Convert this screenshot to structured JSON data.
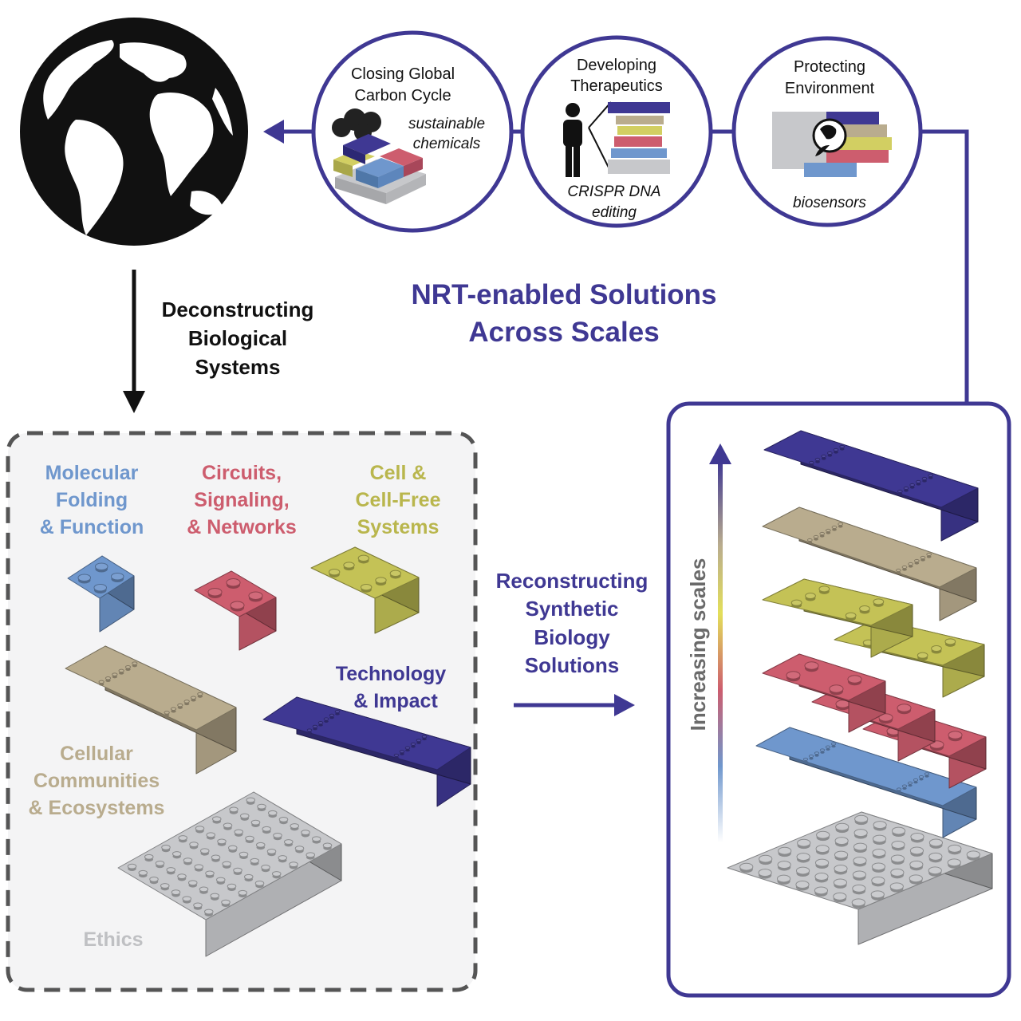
{
  "colors": {
    "indigo": "#3f3893",
    "molecular": "#6f97cd",
    "circuits": "#cd5d6e",
    "cell": "#c4c256",
    "cellular": "#b9ac8e",
    "ethics": "#c7c8cb",
    "panel_bg": "#f4f4f5",
    "black": "#111111"
  },
  "top": {
    "carbon": {
      "title1": "Closing Global",
      "title2": "Carbon Cycle",
      "note1": "sustainable",
      "note2": "chemicals"
    },
    "therapeutics": {
      "title1": "Developing",
      "title2": "Therapeutics",
      "note1": "CRISPR DNA",
      "note2": "editing"
    },
    "environment": {
      "title1": "Protecting",
      "title2": "Environment",
      "note1": "biosensors"
    }
  },
  "central_title": {
    "line1": "NRT-enabled Solutions",
    "line2": "Across Scales"
  },
  "deconstruct": {
    "line1": "Deconstructing",
    "line2": "Biological",
    "line3": "Systems"
  },
  "reconstruct": {
    "line1": "Reconstructing",
    "line2": "Synthetic",
    "line3": "Biology",
    "line4": "Solutions"
  },
  "categories": {
    "molecular": {
      "l1": "Molecular",
      "l2": "Folding",
      "l3": "& Function"
    },
    "circuits": {
      "l1": "Circuits,",
      "l2": "Signaling,",
      "l3": "& Networks"
    },
    "cell": {
      "l1": "Cell &",
      "l2": "Cell-Free",
      "l3": "Systems"
    },
    "technology": {
      "l1": "Technology",
      "l2": "& Impact"
    },
    "cellular": {
      "l1": "Cellular",
      "l2": "Communities",
      "l3": "& Ecosystems"
    },
    "ethics": {
      "l1": "Ethics"
    }
  },
  "scale_label": "Increasing scales",
  "icons": {
    "globe": "globe-icon",
    "person": "person-icon",
    "smoke": "smoke-cloud-icon",
    "globe_small": "globe-sprout-icon"
  }
}
